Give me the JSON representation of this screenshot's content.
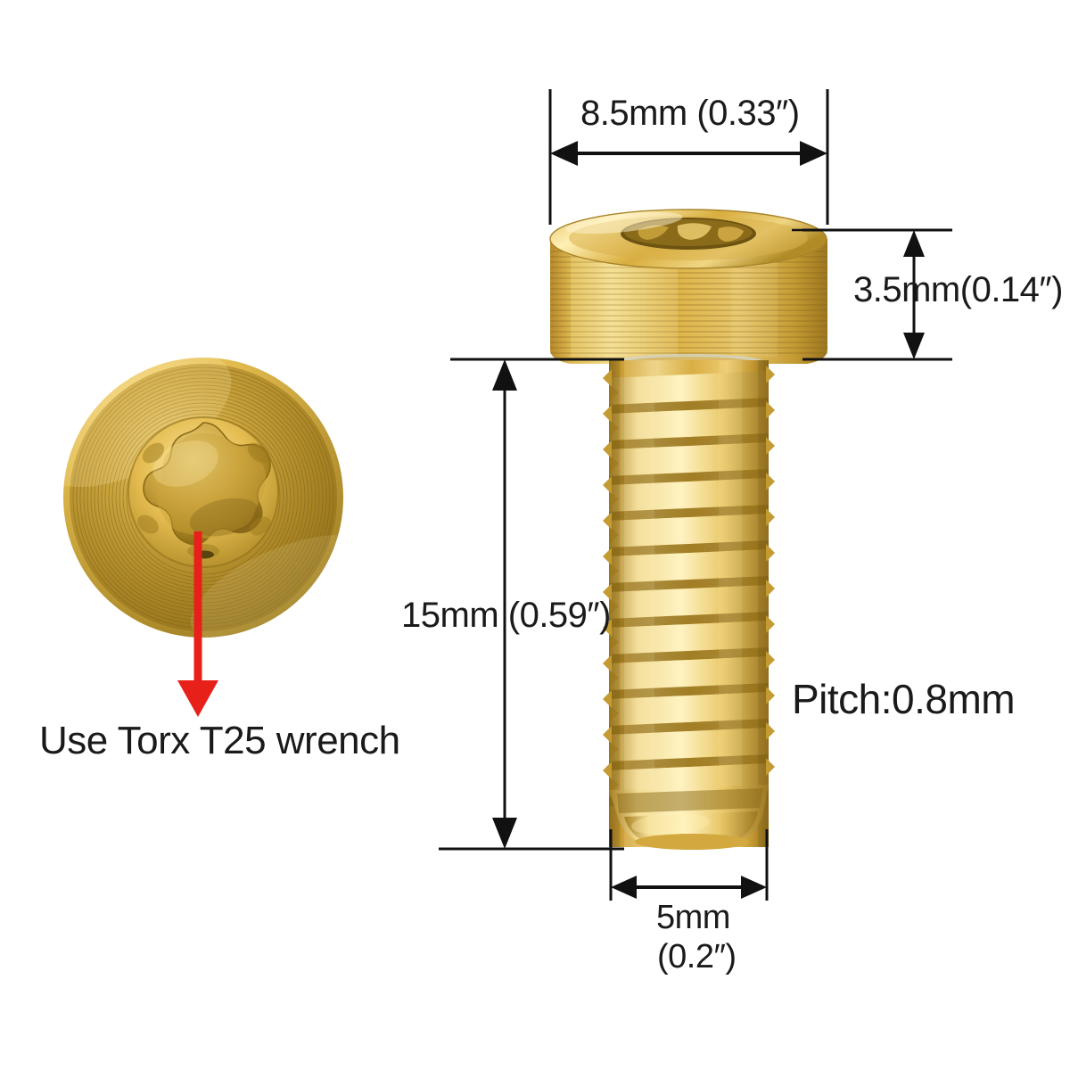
{
  "diagram": {
    "title_text": "",
    "background_color": "#ffffff",
    "text_color": "#1a1a1a",
    "accent_color": "#e8201a",
    "metal_color": "#d6a93a"
  },
  "dimensions": {
    "head_diameter": "8.5mm (0.33″)",
    "head_height": "3.5mm(0.14″)",
    "shaft_length": "15mm (0.59″)",
    "shaft_diameter_mm": "5mm",
    "shaft_diameter_in": "(0.2″)",
    "thread_pitch": "Pitch:0.8mm"
  },
  "annotations": {
    "wrench_note": "Use Torx T25 wrench",
    "arrow_color": "#e8201a"
  },
  "views": {
    "top_view_name": "bolt-head-top-view",
    "side_view_name": "bolt-side-view"
  }
}
